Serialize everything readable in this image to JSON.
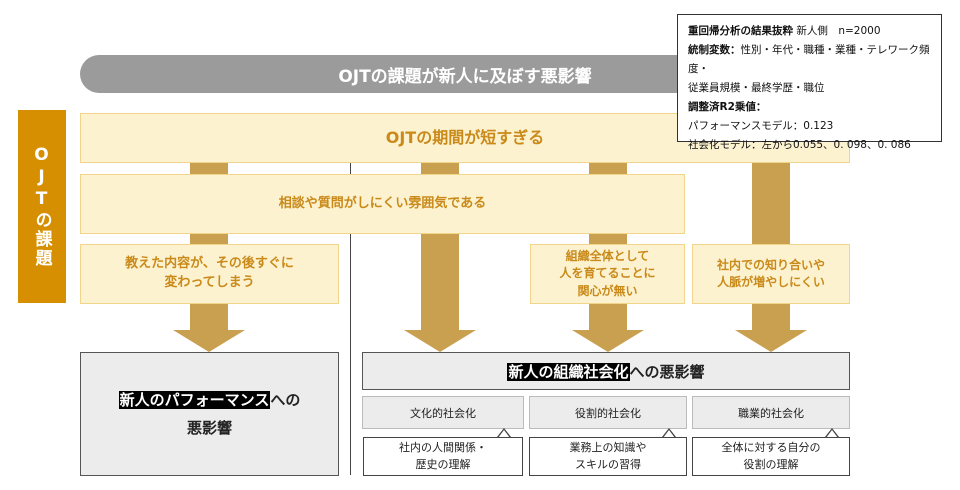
{
  "header": {
    "title": "OJTの課題が新人に及ぼす悪影響"
  },
  "side_label": "OJTの課題",
  "issues": {
    "period_short": "OJTの期間が短すぎる",
    "atmosphere": "相談や質問がしにくい雰囲気である",
    "content_change": [
      "教えた内容が、その後すぐに",
      "変わってしまう"
    ],
    "org_no_interest": [
      "組織全体として",
      "人を育てることに",
      "関心が無い"
    ],
    "no_network": [
      "社内での知り合いや",
      "人脈が増やしにくい"
    ]
  },
  "outcomes": {
    "performance": {
      "highlight": "新人のパフォーマンス",
      "rest": "への",
      "line2": "悪影響"
    },
    "socialization": {
      "highlight": "新人の組織社会化",
      "rest": "への悪影響"
    }
  },
  "socialization_types": [
    {
      "label": "文化的社会化",
      "desc": [
        "社内の人間関係・",
        "歴史の理解"
      ]
    },
    {
      "label": "役割的社会化",
      "desc": [
        "業務上の知識や",
        "スキルの習得"
      ]
    },
    {
      "label": "職業的社会化",
      "desc": [
        "全体に対する自分の",
        "役割の理解"
      ]
    }
  ],
  "info_box": {
    "title": "重回帰分析の結果抜粋",
    "sample": "新人側　n=2000",
    "controls_label": "統制変数：",
    "controls_1": "性別・年代・職種・業種・テレワーク頻度・",
    "controls_2": "従業員規模・最終学歴・職位",
    "r2_label": "調整済R2乗値：",
    "r2_perf": "パフォーマンスモデル：0.123",
    "r2_social": "社会化モデル：左から0.055、0. 098、0. 086"
  },
  "colors": {
    "header_bg": "#9b9b9b",
    "side_label_bg": "#d58f00",
    "issue_bg": "#fdf2d0",
    "issue_text": "#c98a1a",
    "arrow": "#c9a050"
  }
}
